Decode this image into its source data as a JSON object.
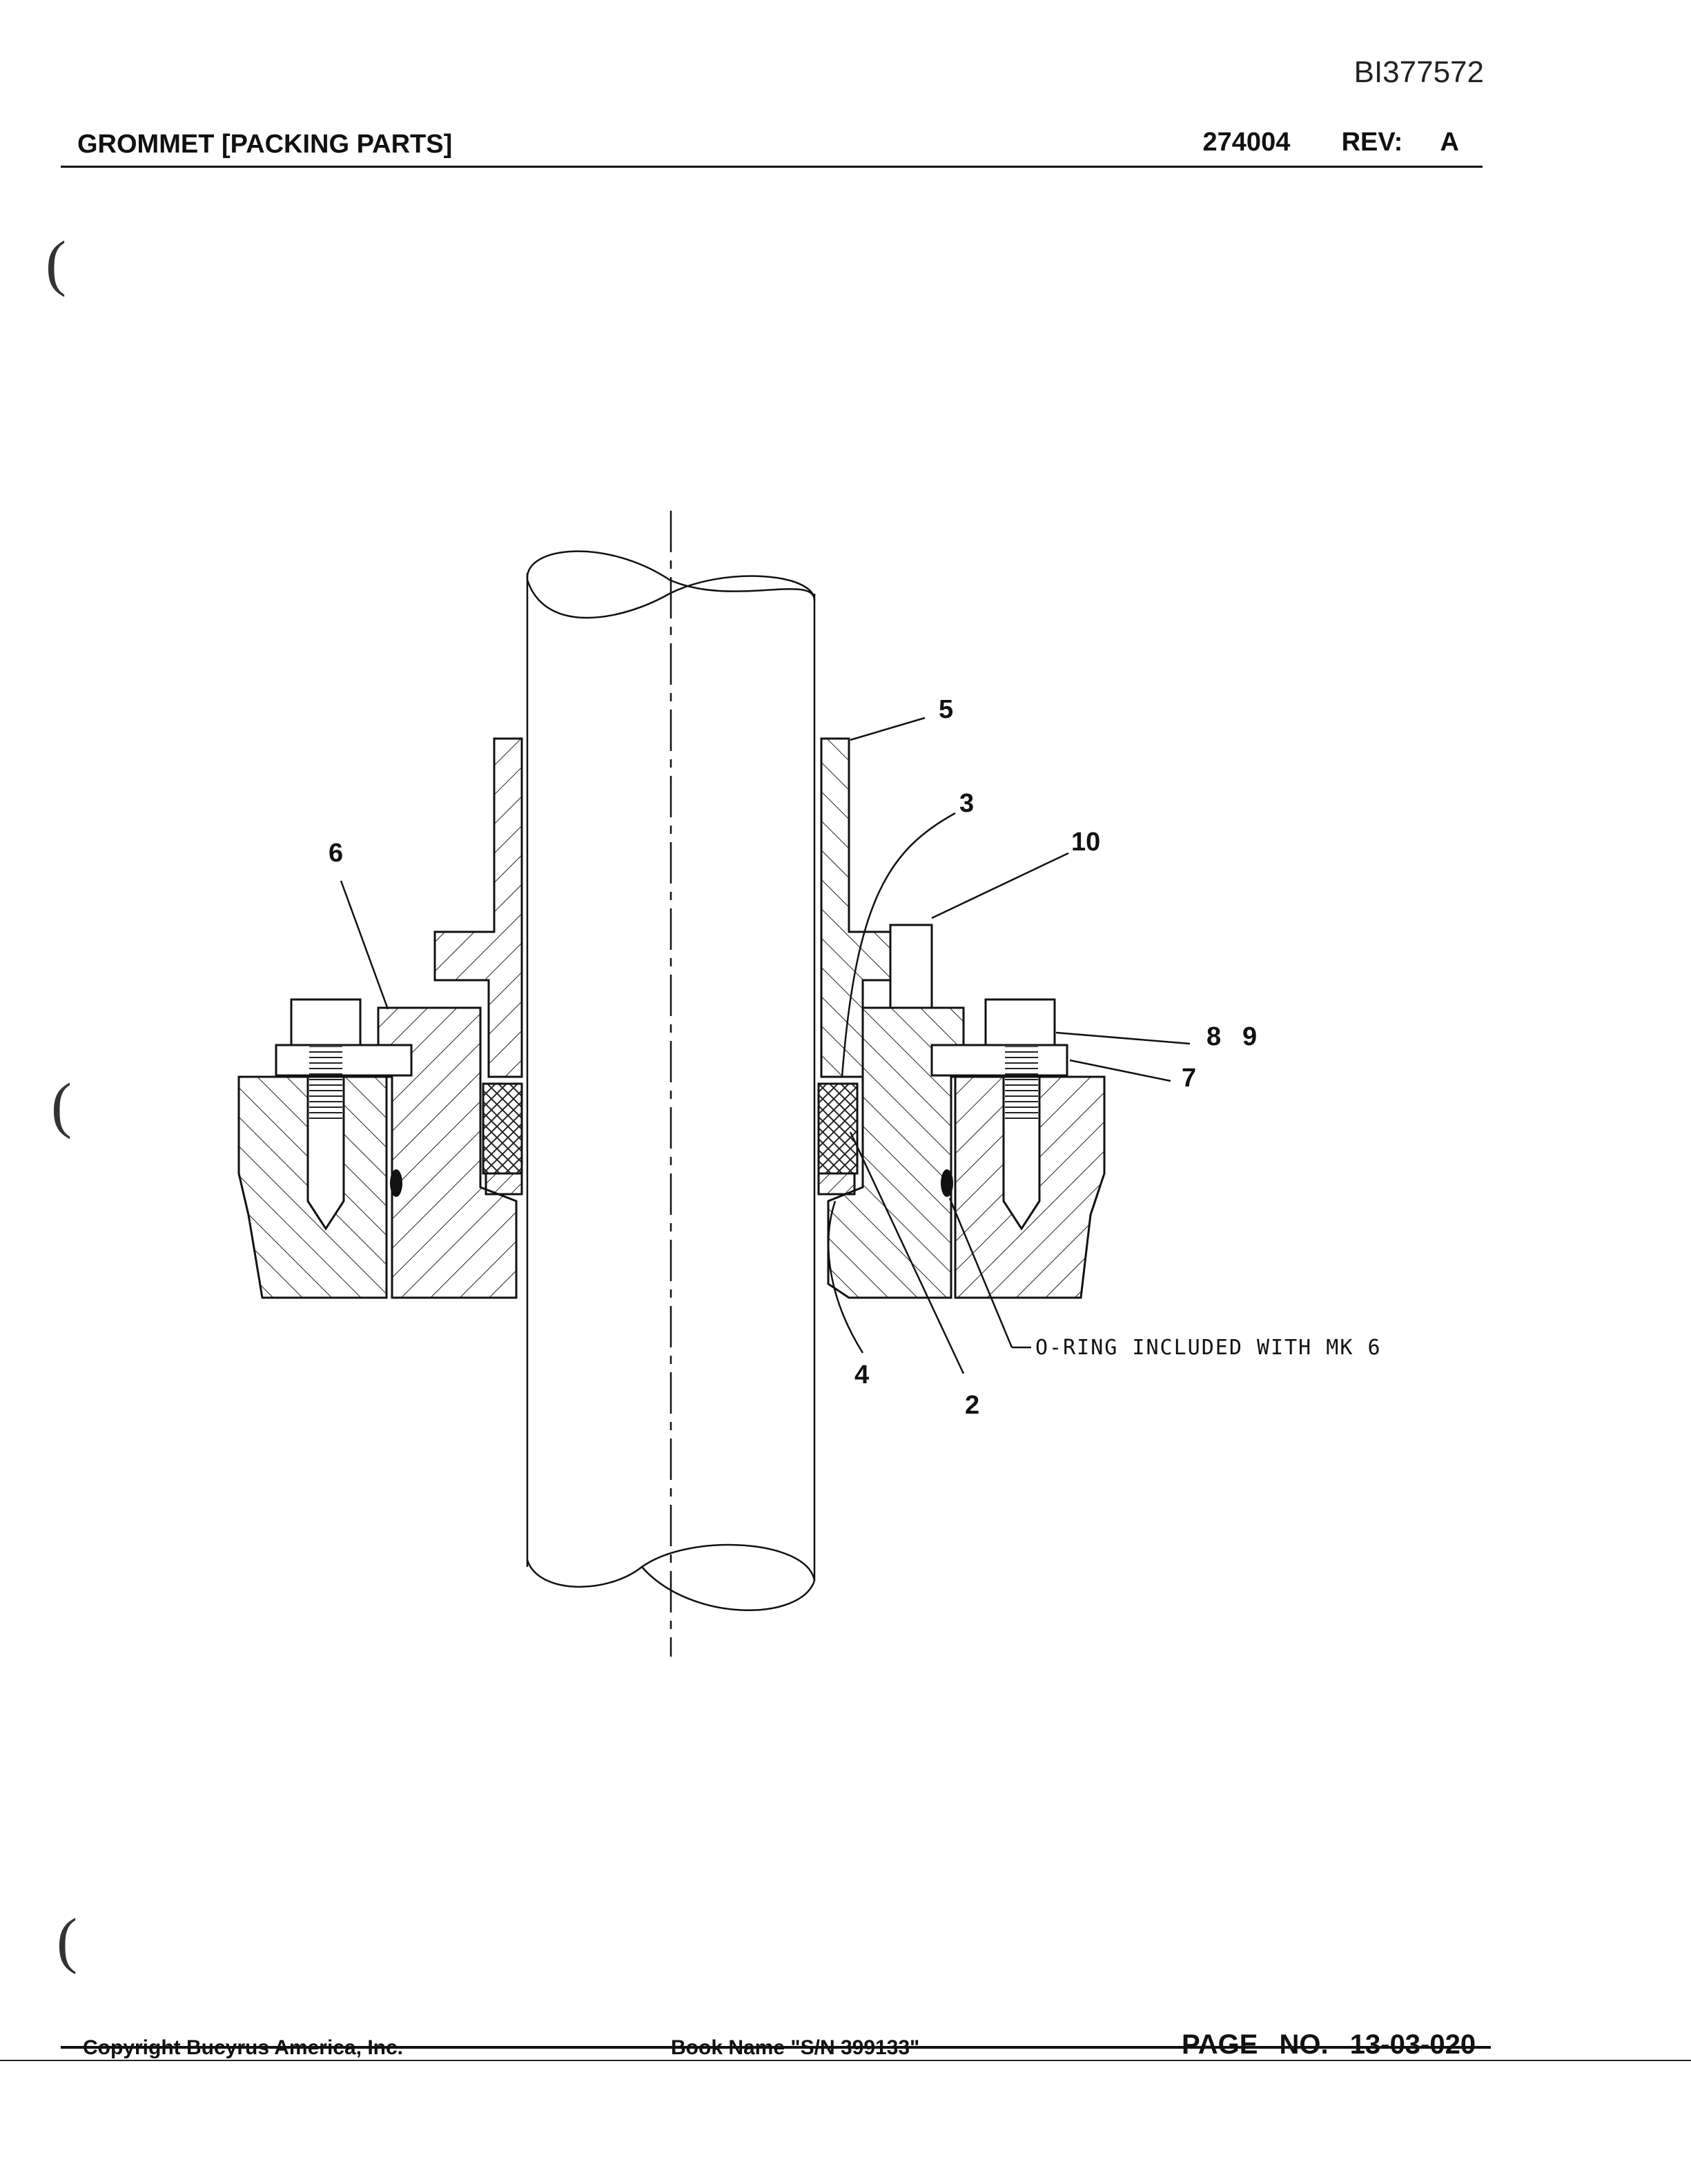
{
  "document": {
    "doc_id": "BI377572",
    "title": "GROMMET [PACKING PARTS]",
    "part_number": "274004",
    "revision_label": "REV:",
    "revision": "A"
  },
  "drawing": {
    "callouts": [
      {
        "id": "callout-5",
        "label": "5"
      },
      {
        "id": "callout-3",
        "label": "3"
      },
      {
        "id": "callout-10",
        "label": "10"
      },
      {
        "id": "callout-6",
        "label": "6"
      },
      {
        "id": "callout-8",
        "label": "8"
      },
      {
        "id": "callout-9",
        "label": "9"
      },
      {
        "id": "callout-7",
        "label": "7"
      },
      {
        "id": "callout-4",
        "label": "4"
      },
      {
        "id": "callout-2",
        "label": "2"
      }
    ],
    "note": "O-RING INCLUDED WITH MK 6"
  },
  "footer": {
    "copyright": "Copyright Bucyrus America, Inc.",
    "book_name": "Book Name \"S/N 399133\"",
    "page_label": "PAGE NO.",
    "page_number": "13-03-020"
  }
}
